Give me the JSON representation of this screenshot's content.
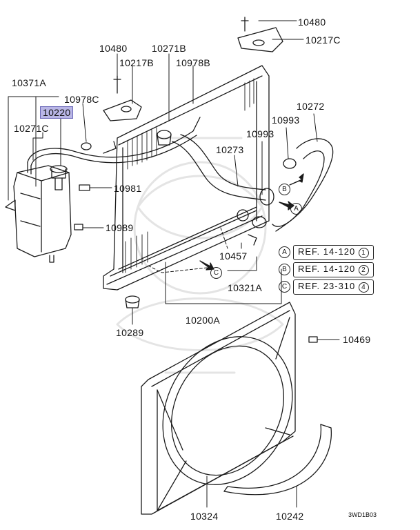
{
  "labels": {
    "p10480a": "10480",
    "p10217c": "10217C",
    "p10480b": "10480",
    "p10271b": "10271B",
    "p10217b": "10217B",
    "p10978b": "10978B",
    "p10371a": "10371A",
    "p10978c": "10978C",
    "p10220": "10220",
    "p10271c": "10271C",
    "p10272": "10272",
    "p10993a": "10993",
    "p10993b": "10993",
    "p10273": "10273",
    "p10981": "10981",
    "p10989": "10989",
    "p10457": "10457",
    "p10321a": "10321A",
    "p10200a": "10200A",
    "p10289": "10289",
    "p10469": "10469",
    "p10324": "10324",
    "p10242": "10242"
  },
  "refs": [
    {
      "letter": "A",
      "text": "REF. 14-120",
      "num": "1"
    },
    {
      "letter": "B",
      "text": "REF. 14-120",
      "num": "2"
    },
    {
      "letter": "C",
      "text": "REF. 23-310",
      "num": "4"
    }
  ],
  "callouts": {
    "a": "A",
    "b": "B",
    "c": "C"
  },
  "diagram_code": "3WD1B03",
  "highlight_color": "#b9b6e6"
}
